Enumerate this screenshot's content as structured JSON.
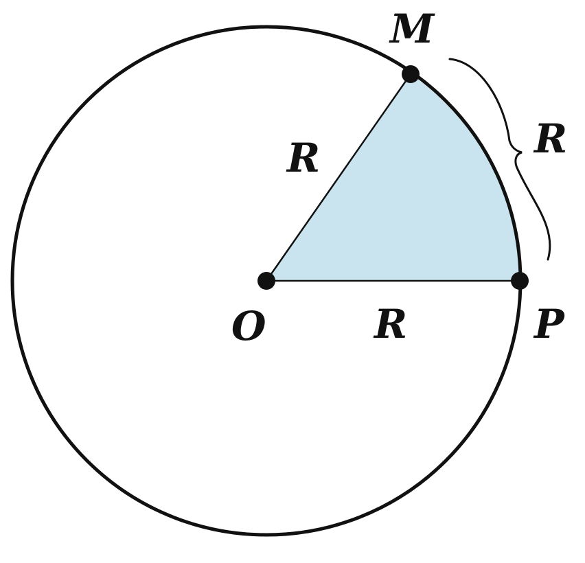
{
  "diagram": {
    "labels": {
      "center": "O",
      "point_m": "M",
      "point_p": "P",
      "radius_om": "R",
      "radius_op": "R",
      "arc_mp": "R"
    },
    "colors": {
      "sector_fill": "#c9e4ee",
      "stroke": "#111111",
      "background": "#ffffff"
    }
  }
}
